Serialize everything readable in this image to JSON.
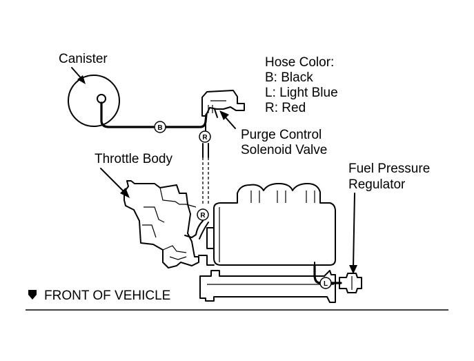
{
  "labels": {
    "canister": "Canister",
    "hose_color_title": "Hose Color:",
    "hose_b": "B: Black",
    "hose_l": "L: Light Blue",
    "hose_r": "R: Red",
    "purge_line1": "Purge Control",
    "purge_line2": "Solenoid Valve",
    "throttle_body": "Throttle Body",
    "fuel_line1": "Fuel Pressure",
    "fuel_line2": "Regulator",
    "front_of_vehicle": "FRONT OF VEHICLE"
  },
  "hose_tags": {
    "black": "B",
    "red": "R",
    "light_blue": "L"
  }
}
